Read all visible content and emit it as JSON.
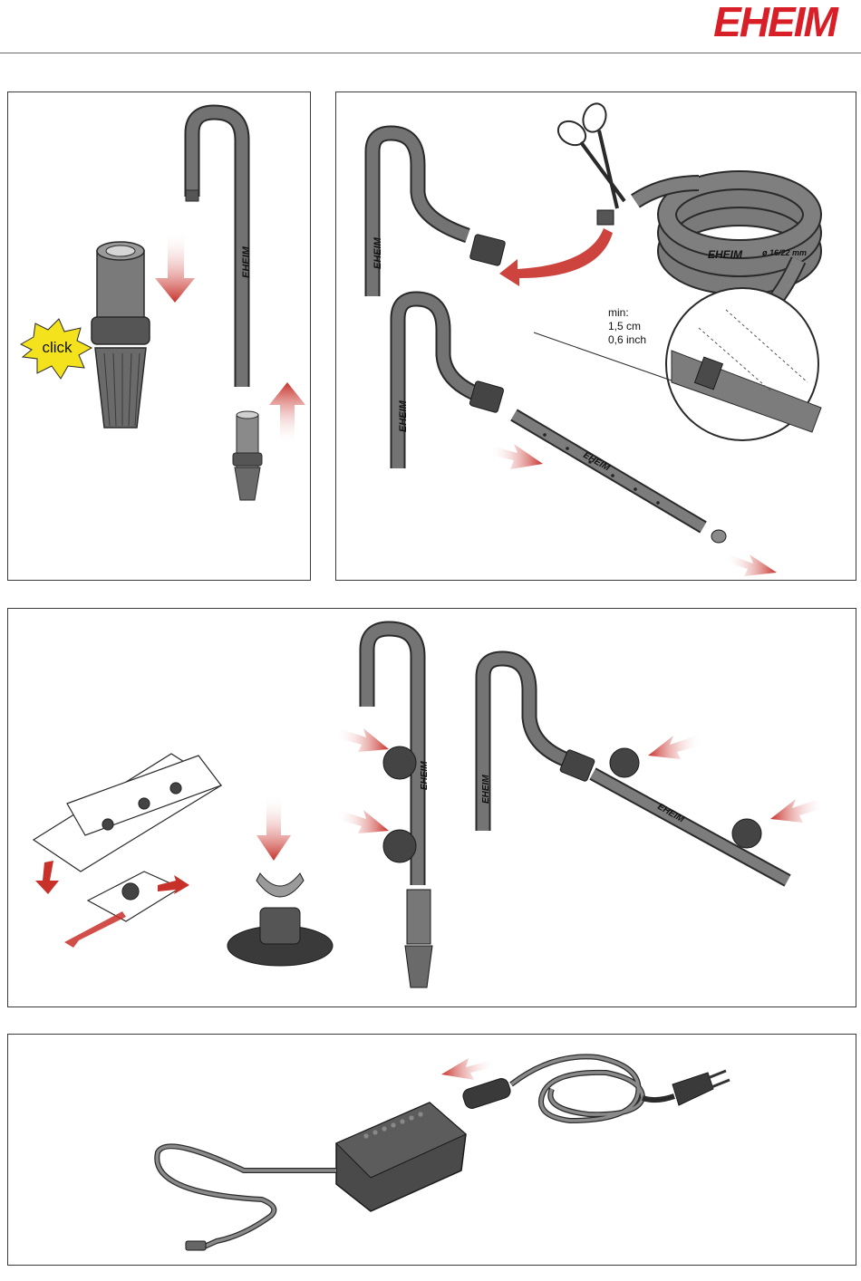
{
  "header": {
    "brand": "EHEIM"
  },
  "panel_1": {
    "click_label": "click",
    "tube_brand": "EHEIM"
  },
  "panel_2": {
    "tube_brand_1": "EHEIM",
    "tube_brand_2": "EHEIM",
    "spray_bar_brand": "EHEIM",
    "hose_brand": "EHEIM",
    "hose_size": "ø 16/22 mm",
    "min_label": "min:",
    "min_cm": "1,5 cm",
    "min_inch": "0,6 inch"
  },
  "panel_3": {
    "tube_brand_1": "EHEIM",
    "tube_brand_2": "EHEIM",
    "spray_bar_brand": "EHEIM"
  },
  "colors": {
    "tube": "#6f6f6f",
    "tube_dark": "#3f3f3f",
    "arrow": "#c8302a",
    "brand_red": "#d81e26",
    "click_burst": "#f3e21c"
  }
}
